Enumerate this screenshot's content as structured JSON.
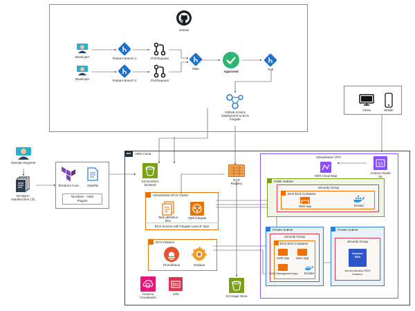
{
  "github": {
    "title": "GitHub",
    "developer1": "Developer",
    "developer2": "Developer",
    "feature1": "Feature Branch 1",
    "feature2": "Feature Branch 2",
    "pr1": "Pull Request",
    "pr2": "Pull Request",
    "main": "Main",
    "approved": "Approved",
    "pull": "Pull",
    "actions": [
      "GitHub Actions",
      "Deployment to ECS",
      "Fargate"
    ]
  },
  "left": {
    "devops": "DevOps Engineer",
    "manifest": [
      "Terraform",
      "manifest files (.tf)"
    ],
    "terraform_core": "Terraform Core",
    "statefile": "Statefile",
    "plugins": [
      "Terraform - AWS",
      "Plugins"
    ]
  },
  "aws": {
    "cloud": "AWS Cloud",
    "s3_backend": [
      "S3 terraform",
      "backend"
    ],
    "ecr": [
      "ECR",
      "Registry"
    ],
    "ecs_cluster": "Virtualization ECS Cluster",
    "task_def": [
      "Task definition",
      "files"
    ],
    "fargate": "AWS Fargate",
    "ecs_service": "ECS Service with Fargate Launch Type",
    "ec2_instance": "EC2 Instance",
    "prometheus": "Prometheus",
    "grafana": "Grafana",
    "cloudwatch": [
      "Amazon",
      "Cloudwatch"
    ],
    "iam": "IAM",
    "s3_image": "S3 Image Store"
  },
  "vpc": {
    "title": "Virtualization VPC",
    "cloudmap": "AWS Cloud Map",
    "route53": [
      "Amazon Route",
      "53"
    ],
    "public_subnet": "Public Subnet",
    "security_group": "Security Group",
    "ecs_container": "ECS ECS Container",
    "web_app": "Web App",
    "docker": "Docker",
    "private_subnet1": "Private Subnet",
    "private_subnet2": "Private Subnet",
    "private_ecs": "ECS ECS Container",
    "auth_app": "Auth App",
    "user_app": "User App",
    "cms_app": "CMS Management App",
    "docker2": "Docker",
    "rds_group": "Security Group",
    "rds_logo": [
      "Amazon",
      "RDS"
    ],
    "rds_label": [
      "Aurora Amazon RDS",
      "instance"
    ]
  },
  "clients": {
    "client": "Client",
    "mobile": "Mobile"
  },
  "colors": {
    "aws_orange": "#ED7100",
    "aws_green": "#7AA116",
    "aws_purple": "#8C4FFF",
    "aws_pink": "#E7157B",
    "aws_red": "#DD344C",
    "github_blue": "#1d6fd0",
    "terraform_purple": "#7B42BC",
    "approved_green": "#2bb673"
  }
}
